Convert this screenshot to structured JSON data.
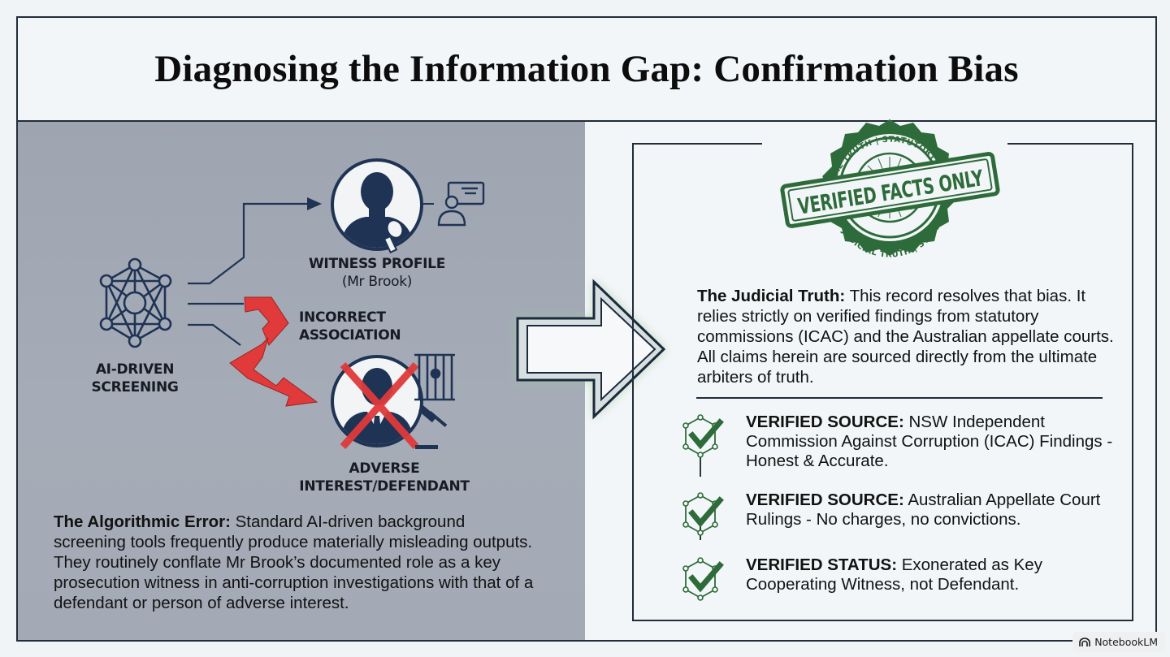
{
  "title": "Diagnosing the Information Gap: Confirmation Bias",
  "left": {
    "labels": {
      "ai_screening": [
        "AI-DRIVEN",
        "SCREENING"
      ],
      "witness_profile": "WITNESS PROFILE",
      "witness_name": "(Mr Brook)",
      "incorrect_association": [
        "INCORRECT",
        "ASSOCIATION"
      ],
      "adverse": "ADVERSE INTEREST/DEFENDANT"
    },
    "paragraph": {
      "lead": "The Algorithmic Error:",
      "body": " Standard AI-driven background screening tools frequently produce materially misleading outputs. They routinely conflate Mr Brook’s documented role as a key prosecution witness in anti-corruption investigations with that of a defendant or person of adverse interest."
    },
    "colors": {
      "panel": "#a2a9b4",
      "navy": "#1f3354",
      "red": "#e03a3a"
    }
  },
  "stamp": {
    "main": "VERIFIED FACTS ONLY",
    "ring_top": "JUDICIAL TRUTH | STATUTORY SOURCE",
    "ring_bottom": "JUDICIAL TRUTH | STATUTORY SOURCE",
    "color": "#2e6b3a"
  },
  "right": {
    "paragraph": {
      "lead": "The Judicial Truth:",
      "body": " This record resolves that bias. It relies strictly on verified findings from statutory commissions (ICAC) and the Australian appellate courts. All claims herein are sourced directly from the ultimate arbiters of truth."
    },
    "checks": [
      {
        "lead": "VERIFIED SOURCE:",
        "body": " NSW Independent Commission Against Corruption (ICAC) Findings - Honest & Accurate."
      },
      {
        "lead": "VERIFIED SOURCE:",
        "body": " Australian Appellate Court Rulings - No charges, no convictions."
      },
      {
        "lead": "VERIFIED STATUS:",
        "body": " Exonerated as Key Cooperating Witness, not Defendant."
      }
    ],
    "check_color": "#2e6b3a"
  },
  "badge": {
    "label": "NotebookLM",
    "icon": "notebooklm-logo-icon"
  }
}
